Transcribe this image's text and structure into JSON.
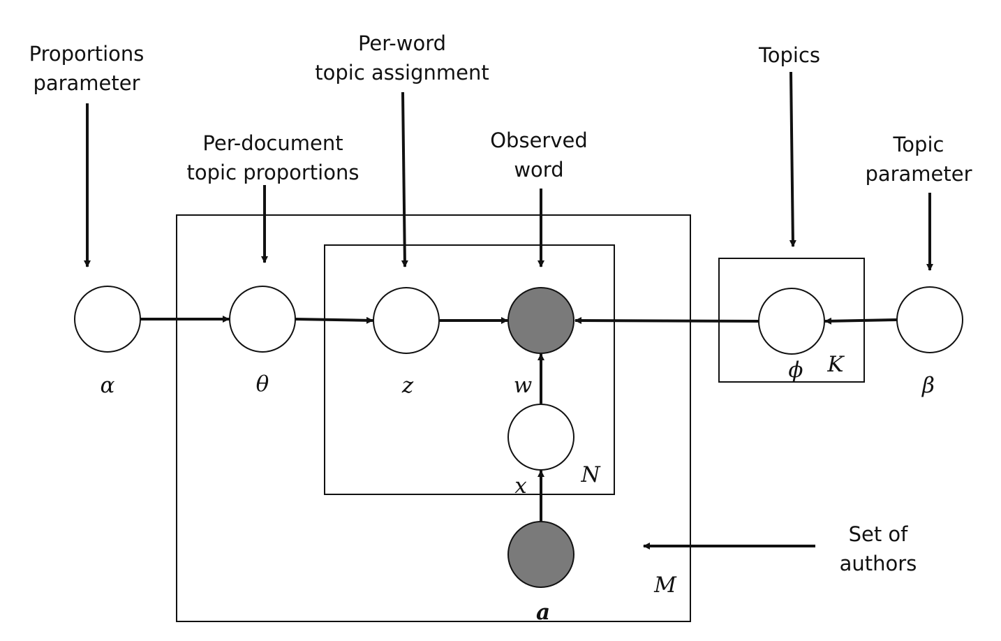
{
  "annotations": {
    "proportions_parameter": [
      "Proportions",
      "parameter"
    ],
    "per_document_topic_proportions": [
      "Per-document",
      "topic proportions"
    ],
    "per_word_topic_assignment": [
      "Per-word",
      "topic assignment"
    ],
    "observed_word": [
      "Observed",
      "word"
    ],
    "topics": "Topics",
    "topic_parameter": [
      "Topic",
      "parameter"
    ],
    "set_of_authors": [
      "Set of",
      "authors"
    ]
  },
  "variables": {
    "alpha": "α",
    "theta": "θ",
    "z": "z",
    "w": "w",
    "x": "x",
    "a": "a",
    "phi": "ϕ",
    "beta": "β"
  },
  "plates": {
    "N": "N",
    "M": "M",
    "K": "K"
  },
  "colors": {
    "observed_node": "#7a7a7a",
    "latent_node": "#ffffff",
    "stroke": "#111111"
  }
}
